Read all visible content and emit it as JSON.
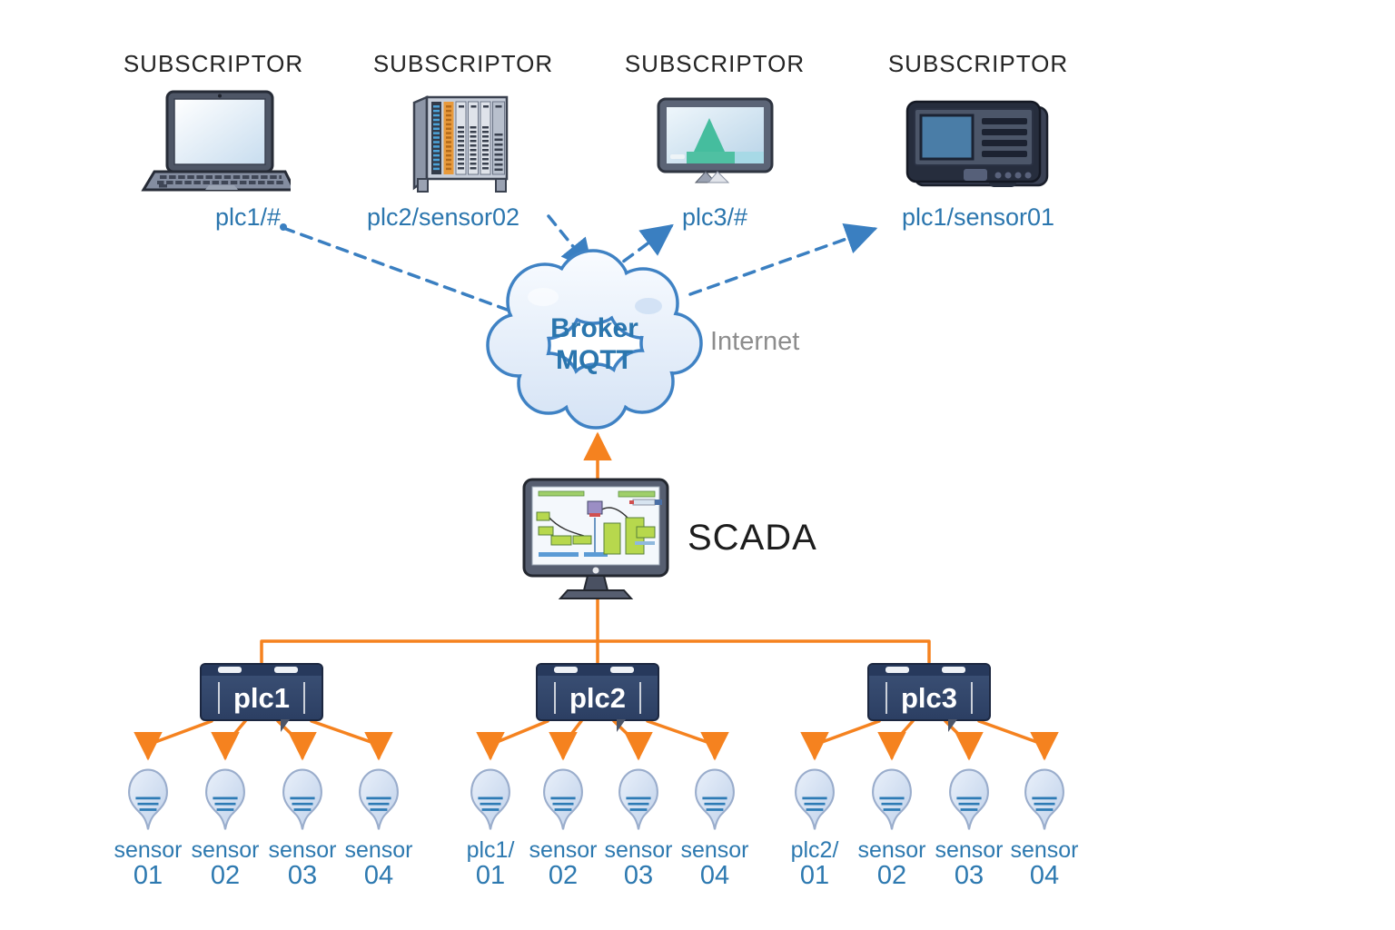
{
  "subscribers": [
    {
      "title": "SUBSCRIPTOR",
      "topic": "plc1/#",
      "device": "laptop"
    },
    {
      "title": "SUBSCRIPTOR",
      "topic": "plc2/sensor02",
      "device": "plc-rack"
    },
    {
      "title": "SUBSCRIPTOR",
      "topic": "plc3/#",
      "device": "chart-monitor"
    },
    {
      "title": "SUBSCRIPTOR",
      "topic": "plc1/sensor01",
      "device": "hmi-panel"
    }
  ],
  "broker": {
    "line1": "Broker",
    "line2": "MQTT"
  },
  "internet_label": "Internet",
  "scada_label": "SCADA",
  "plcs": [
    {
      "name": "plc1",
      "sensors": [
        {
          "line1": "sensor",
          "line2": "01"
        },
        {
          "line1": "sensor",
          "line2": "02"
        },
        {
          "line1": "sensor",
          "line2": "03"
        },
        {
          "line1": "sensor",
          "line2": "04"
        }
      ]
    },
    {
      "name": "plc2",
      "sensors": [
        {
          "line1": "plc1/",
          "line2": "01"
        },
        {
          "line1": "sensor",
          "line2": "02"
        },
        {
          "line1": "sensor",
          "line2": "03"
        },
        {
          "line1": "sensor",
          "line2": "04"
        }
      ]
    },
    {
      "name": "plc3",
      "sensors": [
        {
          "line1": "plc2/",
          "line2": "01"
        },
        {
          "line1": "sensor",
          "line2": "02"
        },
        {
          "line1": "sensor",
          "line2": "03"
        },
        {
          "line1": "sensor",
          "line2": "04"
        }
      ]
    }
  ],
  "colors": {
    "orange": "#f5821f",
    "link_blue": "#3a7fc1",
    "topic_text": "#2b76ae",
    "label_dark": "#242424",
    "internet_gray": "#8d8d8d",
    "plc_navy": "#31466b",
    "cloud_border": "#3f82c4",
    "sensor_text": "#2d79b0"
  }
}
